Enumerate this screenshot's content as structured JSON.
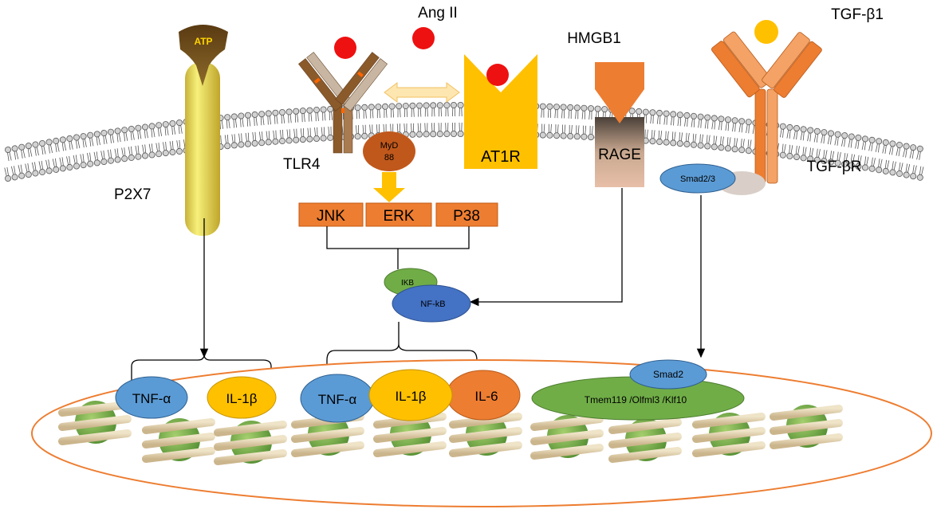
{
  "labels": {
    "atp": "ATP",
    "p2x7": "P2X7",
    "tlr4": "TLR4",
    "myd88_line1": "MyD",
    "myd88_line2": "88",
    "ang_ii": "Ang II",
    "at1r": "AT1R",
    "hmgb1": "HMGB1",
    "rage": "RAGE",
    "tgf_b1": "TGF-β1",
    "tgf_br": "TGF-βR",
    "smad23": "Smad2/3",
    "jnk": "JNK",
    "erk": "ERK",
    "p38": "P38",
    "ikb": "IKB",
    "nfkb": "NF-kB",
    "tnf_a_left": "TNF-α",
    "il1b_left": "IL-1β",
    "tnf_a_mid": "TNF-α",
    "il1b_mid": "IL-1β",
    "il6": "IL-6",
    "smad2": "Smad2",
    "genes": "Tmem119 /Olfml3 /Klf10"
  },
  "colors": {
    "membrane_head": "#c8c8c8",
    "orange_box": "#ed7d31",
    "ligand_red": "#ee1111",
    "ligand_gold": "#ffc000",
    "blue_ellipse": "#5b9bd5",
    "yellow_ellipse": "#ffc000",
    "green_ellipse": "#70ad47",
    "nucleus_border": "#ed7d31"
  }
}
